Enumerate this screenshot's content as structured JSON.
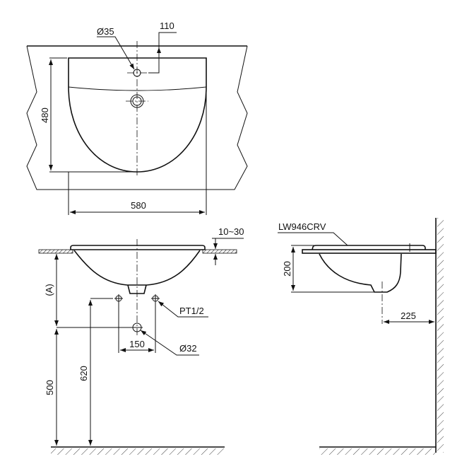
{
  "top_view": {
    "dia_tap_hole": "Ø35",
    "tap_offset": "110",
    "depth": "480",
    "width": "580"
  },
  "front_view": {
    "counter_thickness": "10~30",
    "height_a": "(A)",
    "height_500": "500",
    "height_620": "620",
    "supply_spacing": "150",
    "supply_thread": "PT1/2",
    "drain_dia": "Ø32"
  },
  "side_view": {
    "model": "LW946CRV",
    "bowl_depth": "200",
    "wall_to_drain": "225"
  },
  "colors": {
    "line": "#111111",
    "background": "#ffffff"
  }
}
